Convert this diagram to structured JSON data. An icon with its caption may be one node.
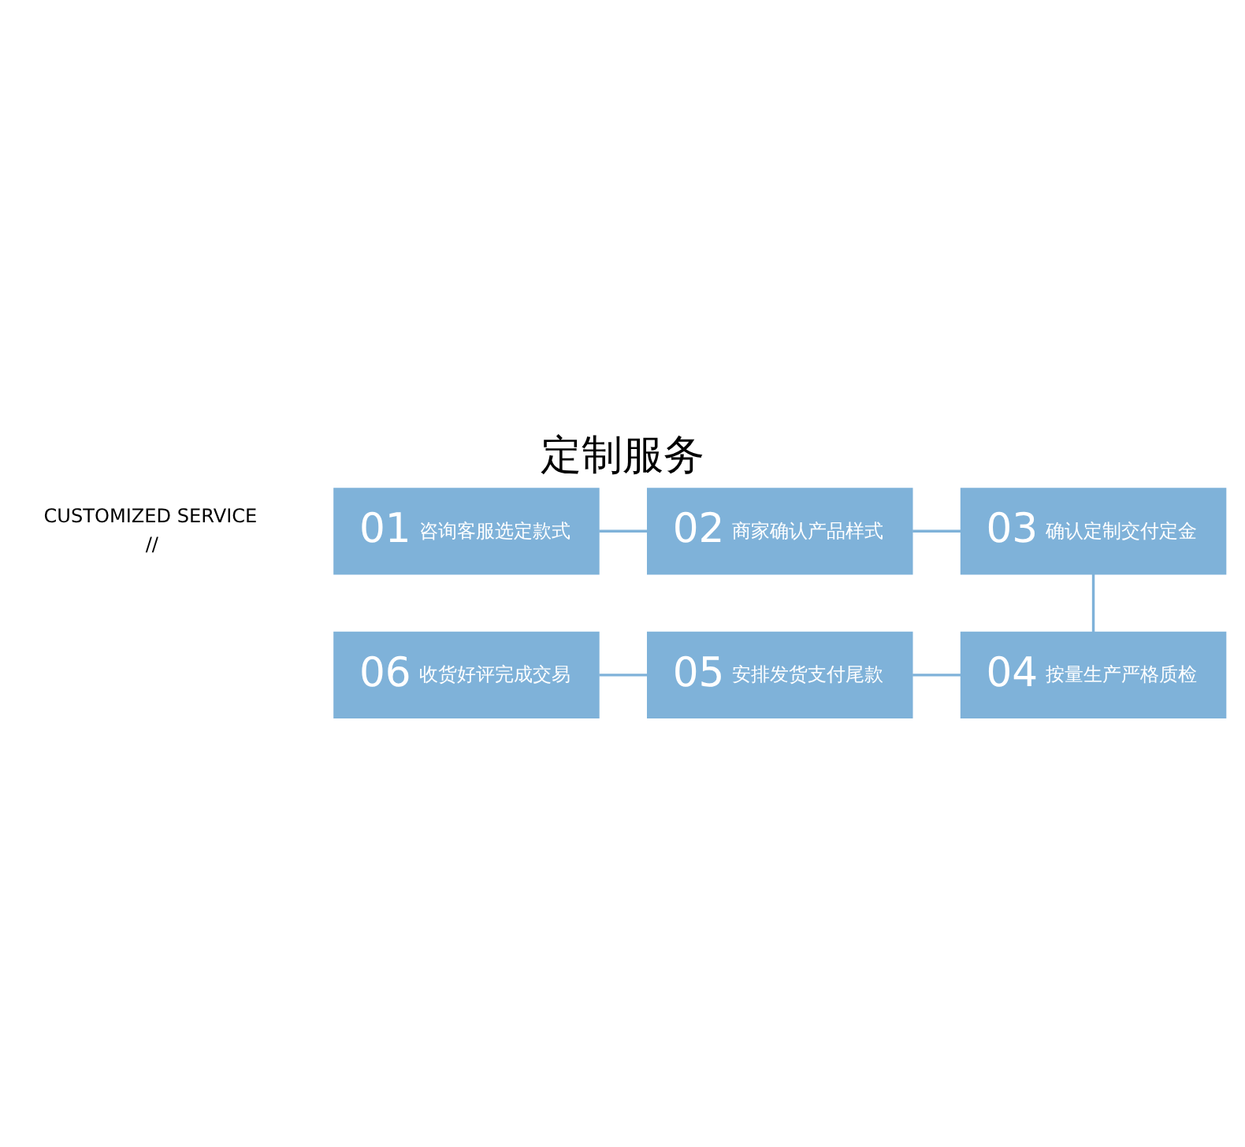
{
  "diagram": {
    "title": "定制服务",
    "nodes": [
      {
        "text": [
          "01",
          "咨询客服选定款式"
        ]
      },
      {
        "text": [
          "02",
          "商家确认产品样式"
        ]
      },
      {
        "text": [
          "03",
          "确认定制交付定金"
        ]
      },
      {
        "text": [
          "04",
          "按量生产严格质检"
        ]
      },
      {
        "text": [
          "05",
          "安排发货支付尾款"
        ]
      },
      {
        "text": [
          "06",
          "收货好评完成交易"
        ]
      }
    ],
    "edges": [
      {
        "from": 0,
        "to": 1,
        "arrow": "none"
      },
      {
        "from": 1,
        "to": 2,
        "arrow": "none"
      },
      {
        "from": 2,
        "to": 3,
        "arrow": "none"
      },
      {
        "from": 3,
        "to": 4,
        "arrow": "none"
      },
      {
        "from": 4,
        "to": 5,
        "arrow": "none"
      }
    ],
    "labels": [
      "CUSTOMIZED SERVICE",
      "//"
    ]
  }
}
